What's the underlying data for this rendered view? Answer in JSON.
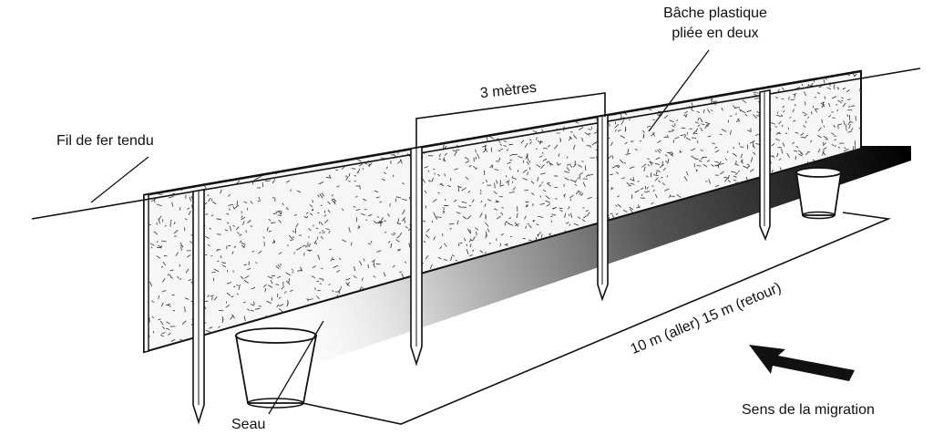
{
  "labels": {
    "wire": "Fil de fer tendu",
    "tarp_line1": "Bâche plastique",
    "tarp_line2": "pliée en deux",
    "spacing": "3 mètres",
    "bucket": "Seau",
    "distance": "10 m (aller) 15 m (retour)",
    "migration": "Sens de la migration"
  },
  "colors": {
    "ink": "#111111",
    "tarp": "#f6f6f6",
    "shadow_dark": "#000000",
    "shadow_light": "#ffffff"
  },
  "icons": {
    "migration_arrow": "arrow-left-up-icon"
  }
}
